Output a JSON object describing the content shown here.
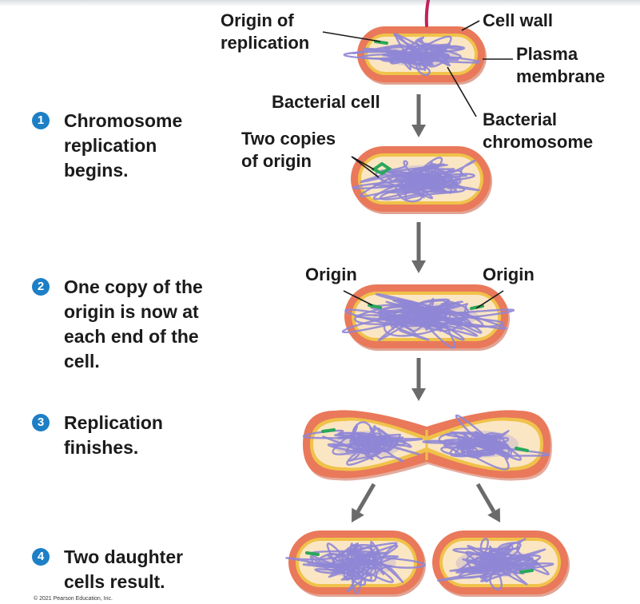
{
  "steps": [
    {
      "number": "1",
      "text": "Chromosome\nreplication\nbegins."
    },
    {
      "number": "2",
      "text": "One copy of the\norigin is now at\neach end of the\ncell."
    },
    {
      "number": "3",
      "text": "Replication\nfinishes."
    },
    {
      "number": "4",
      "text": "Two daughter\ncells result."
    }
  ],
  "labels": {
    "origin_of_replication": "Origin of\nreplication",
    "cell_wall": "Cell wall",
    "plasma_membrane": "Plasma\nmembrane",
    "bacterial_cell": "Bacterial cell",
    "bacterial_chromosome": "Bacterial\nchromosome",
    "two_copies_of_origin": "Two copies\nof origin",
    "origin_left": "Origin",
    "origin_right": "Origin"
  },
  "copyright": "© 2021 Pearson Education, Inc.",
  "colors": {
    "cell_wall": "#e9795a",
    "cell_wall_dark": "#c95a3d",
    "membrane": "#f0c24a",
    "cytoplasm": "#fbe6c4",
    "chromosome": "#8f86d6",
    "origin": "#2aa85a",
    "arrow": "#6b6b6b",
    "badge": "#1d7fc6",
    "accent_line": "#c21f5b"
  }
}
